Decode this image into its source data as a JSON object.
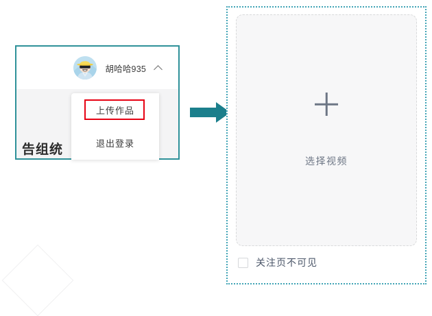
{
  "account_card": {
    "avatar_alt": "user-avatar-cartoon-yellow-hat-sunglasses",
    "username": "胡哈哈935",
    "chevron": "chevron-up-icon",
    "background_text": "告组统",
    "menu": {
      "items": [
        {
          "label": "上传作品",
          "highlighted": true
        },
        {
          "label": "退出登录",
          "highlighted": false
        }
      ]
    }
  },
  "arrow": {
    "name": "flow-arrow-right",
    "color": "#1b7f8c"
  },
  "upload_panel": {
    "dropzone": {
      "plus_icon": "plus-icon",
      "label": "选择视频"
    },
    "checkbox": {
      "label": "关注页不可见",
      "checked": false
    }
  },
  "colors": {
    "card_border": "#2e9199",
    "panel_border": "#3fa3b5",
    "highlight_box": "#e60012",
    "arrow": "#1b7f8c",
    "muted_text": "#6d7685",
    "label_text": "#4a5568"
  }
}
